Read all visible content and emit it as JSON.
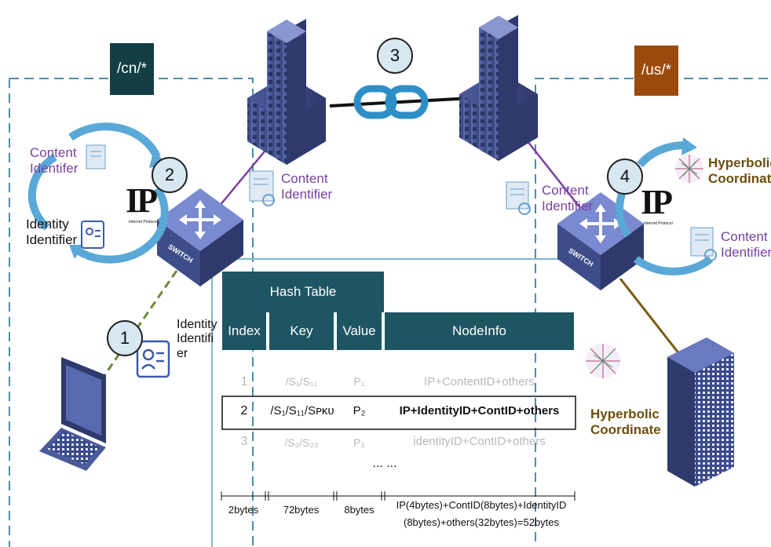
{
  "domains": {
    "cn": {
      "label": "/cn/*",
      "color": "#123e44"
    },
    "us": {
      "label": "/us/*",
      "color": "#9a4a0c"
    }
  },
  "steps": [
    "1",
    "2",
    "3",
    "4"
  ],
  "ip_logo": {
    "text": "IP",
    "subtext": "Internet Protocol"
  },
  "left_cycle": {
    "content_identifier": "Content\nIdentifer",
    "identity_identifier": "Identity\nIdentifier"
  },
  "middle_left": {
    "content_identifier": "Content\nIdentifier"
  },
  "middle_right": {
    "content_identifier": "Content\nIdentifier"
  },
  "right_cycle": {
    "hyperbolic": "Hyperbolic\nCoordinate",
    "content_identifier": "Content\nIdentifier"
  },
  "laptop_identity": "Identity\nIdentifi\ner",
  "right_hyperbolic": "Hyperbolic\nCoordinate",
  "switch_label": "SWITCH",
  "hash_table": {
    "title": "Hash Table",
    "headers": [
      "Index",
      "Key",
      "Value",
      "NodeInfo"
    ],
    "rows": [
      {
        "index": "1",
        "key": "/S₁/S₁₁",
        "value": "P₁",
        "nodeinfo": "IP+ContentID+others"
      },
      {
        "index": "2",
        "key": "/S₁/S₁₁/Sᴘᴋᴜ",
        "value": "P₂",
        "nodeinfo": "IP+IdentityID+ContID+others"
      },
      {
        "index": "3",
        "key": "/S₂/S₂₃",
        "value": "P₃",
        "nodeinfo": "identityID+ContID+others"
      }
    ],
    "ellipsis": "... ...",
    "sizes": {
      "index": "2bytes",
      "key": "72bytes",
      "value": "8bytes",
      "nodeinfo_line1": "IP(4bytes)+ContID(8bytes)+IdentityID",
      "nodeinfo_line2": "(8bytes)+others(32bytes)=52bytes"
    }
  },
  "colors": {
    "dashed_border": "#4a8fa8",
    "table_header": "#1d5562",
    "link_purple": "#7a3fa0",
    "link_brown": "#7a5a10",
    "link_green": "#6e8a3a",
    "chain_blue": "#2d8fc8",
    "building": "#4a5a9a"
  }
}
